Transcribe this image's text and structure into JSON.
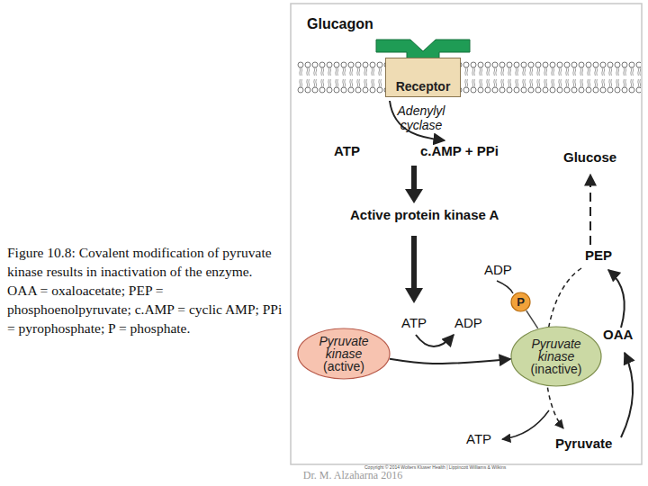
{
  "diagram": {
    "caption": "Figure 10.8: Covalent modification of pyruvate kinase results in inactivation of the enzyme. OAA = oxaloacetate; PEP = phosphoenolpyruvate; c.AMP = cyclic AMP; PPi = pyrophosphate; P = phosphate.",
    "nodes": [
      {
        "text": [
          "Receptor"
        ]
      },
      {
        "text": [
          "P"
        ]
      },
      {
        "text": [
          "Pyruvate kinase",
          "(active)"
        ]
      },
      {
        "text": [
          "Pyruvate kinase",
          "(inactive)"
        ]
      }
    ],
    "edges": [
      {
        "from": 2,
        "to": 3,
        "arrow": "to"
      },
      {
        "from": 1,
        "to": 3,
        "arrow": "none"
      }
    ],
    "labels": [
      "Glucagon",
      "Adenylyl cyclase",
      "ATP",
      "c.AMP + PPi",
      "Glucose",
      "Active protein kinase A",
      "ADP",
      "PEP",
      "ATP",
      "ADP",
      "OAA",
      "ATP",
      "Pyruvate",
      "Copyright © 2014 Wolters Kluwer Health | Lippincott Williams & Wilkins",
      "Dr. M. Alzaharna 2016"
    ]
  }
}
